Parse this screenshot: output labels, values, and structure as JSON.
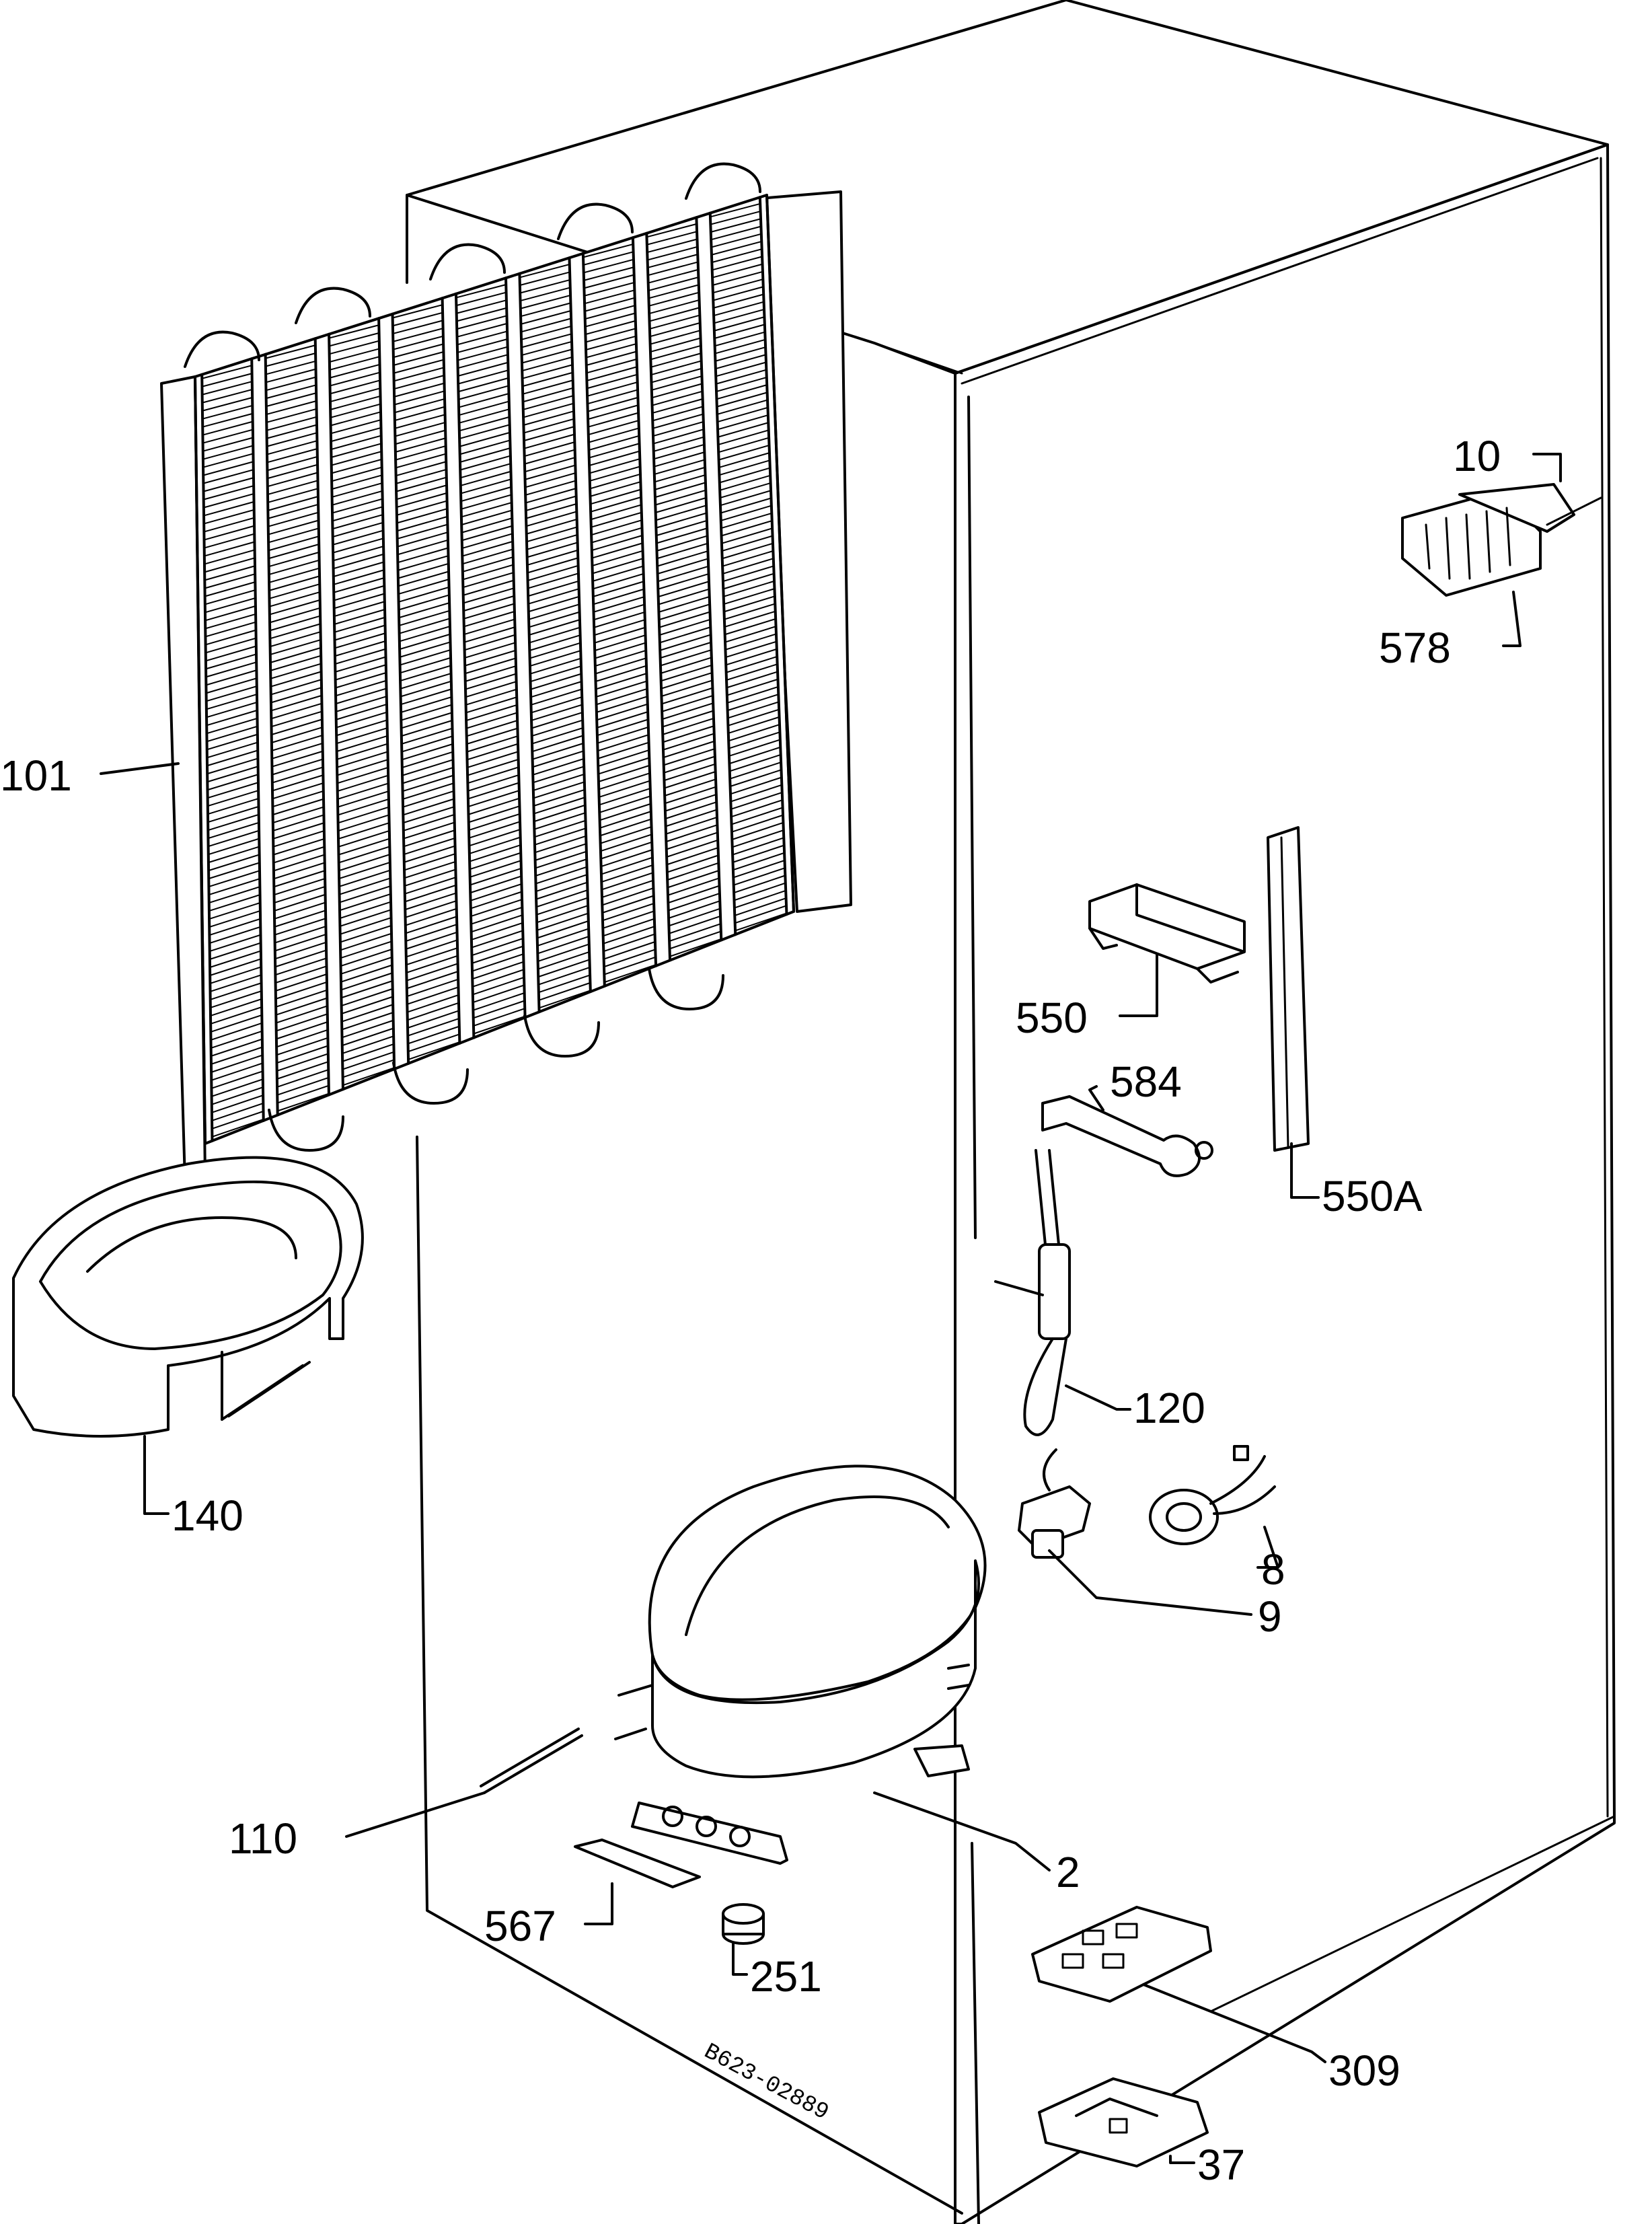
{
  "callouts": {
    "c10": "10",
    "c578": "578",
    "c101": "101",
    "c550": "550",
    "c584": "584",
    "c550a": "550A",
    "c140": "140",
    "c120": "120",
    "c8": "8",
    "c9": "9",
    "c110": "110",
    "c2": "2",
    "c567": "567",
    "c251": "251",
    "c309": "309",
    "c37": "37"
  },
  "drawing_code": "B623-02889"
}
